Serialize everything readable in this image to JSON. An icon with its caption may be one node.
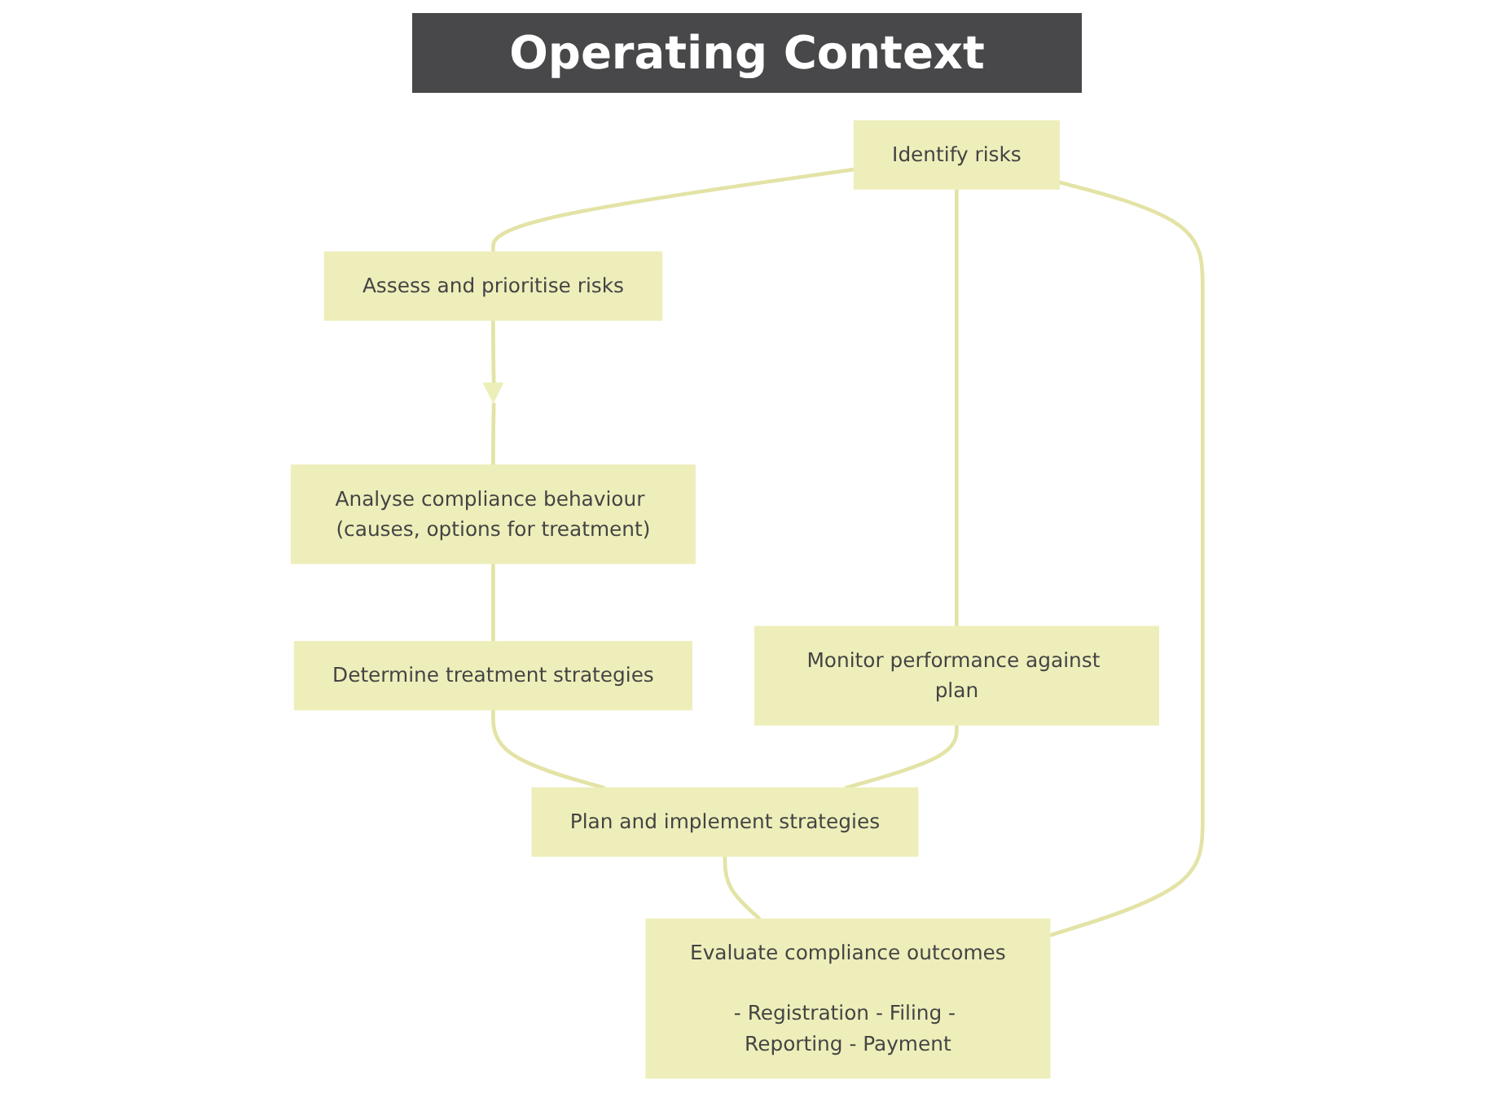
{
  "diagram": {
    "title": "Operating Context",
    "nodes": [
      {
        "text": [
          "Identify risks"
        ]
      },
      {
        "text": [
          "Assess and prioritise risks"
        ]
      },
      {
        "text": [],
        "shape": "triangle"
      },
      {
        "text": [
          "Analyse compliance behaviour (causes, options for treatment)"
        ]
      },
      {
        "text": [
          "Determine treatment strategies"
        ]
      },
      {
        "text": [
          "Plan and implement strategies"
        ]
      },
      {
        "text": [
          "Evaluate compliance outcomes",
          "- Registration - Filing - Reporting - Payment"
        ]
      },
      {
        "text": [
          "Monitor performance against plan"
        ]
      }
    ],
    "edges": [
      {
        "from": 0,
        "to": 1,
        "arrow": "none"
      },
      {
        "from": 1,
        "to": 2,
        "arrow": "none"
      },
      {
        "from": 2,
        "to": 3,
        "arrow": "none"
      },
      {
        "from": 3,
        "to": 4,
        "arrow": "none"
      },
      {
        "from": 4,
        "to": 5,
        "arrow": "none"
      },
      {
        "from": 5,
        "to": 6,
        "arrow": "none"
      },
      {
        "from": 6,
        "to": 0,
        "arrow": "none"
      },
      {
        "from": 0,
        "to": 7,
        "arrow": "none"
      },
      {
        "from": 7,
        "to": 5,
        "arrow": "none"
      }
    ]
  }
}
